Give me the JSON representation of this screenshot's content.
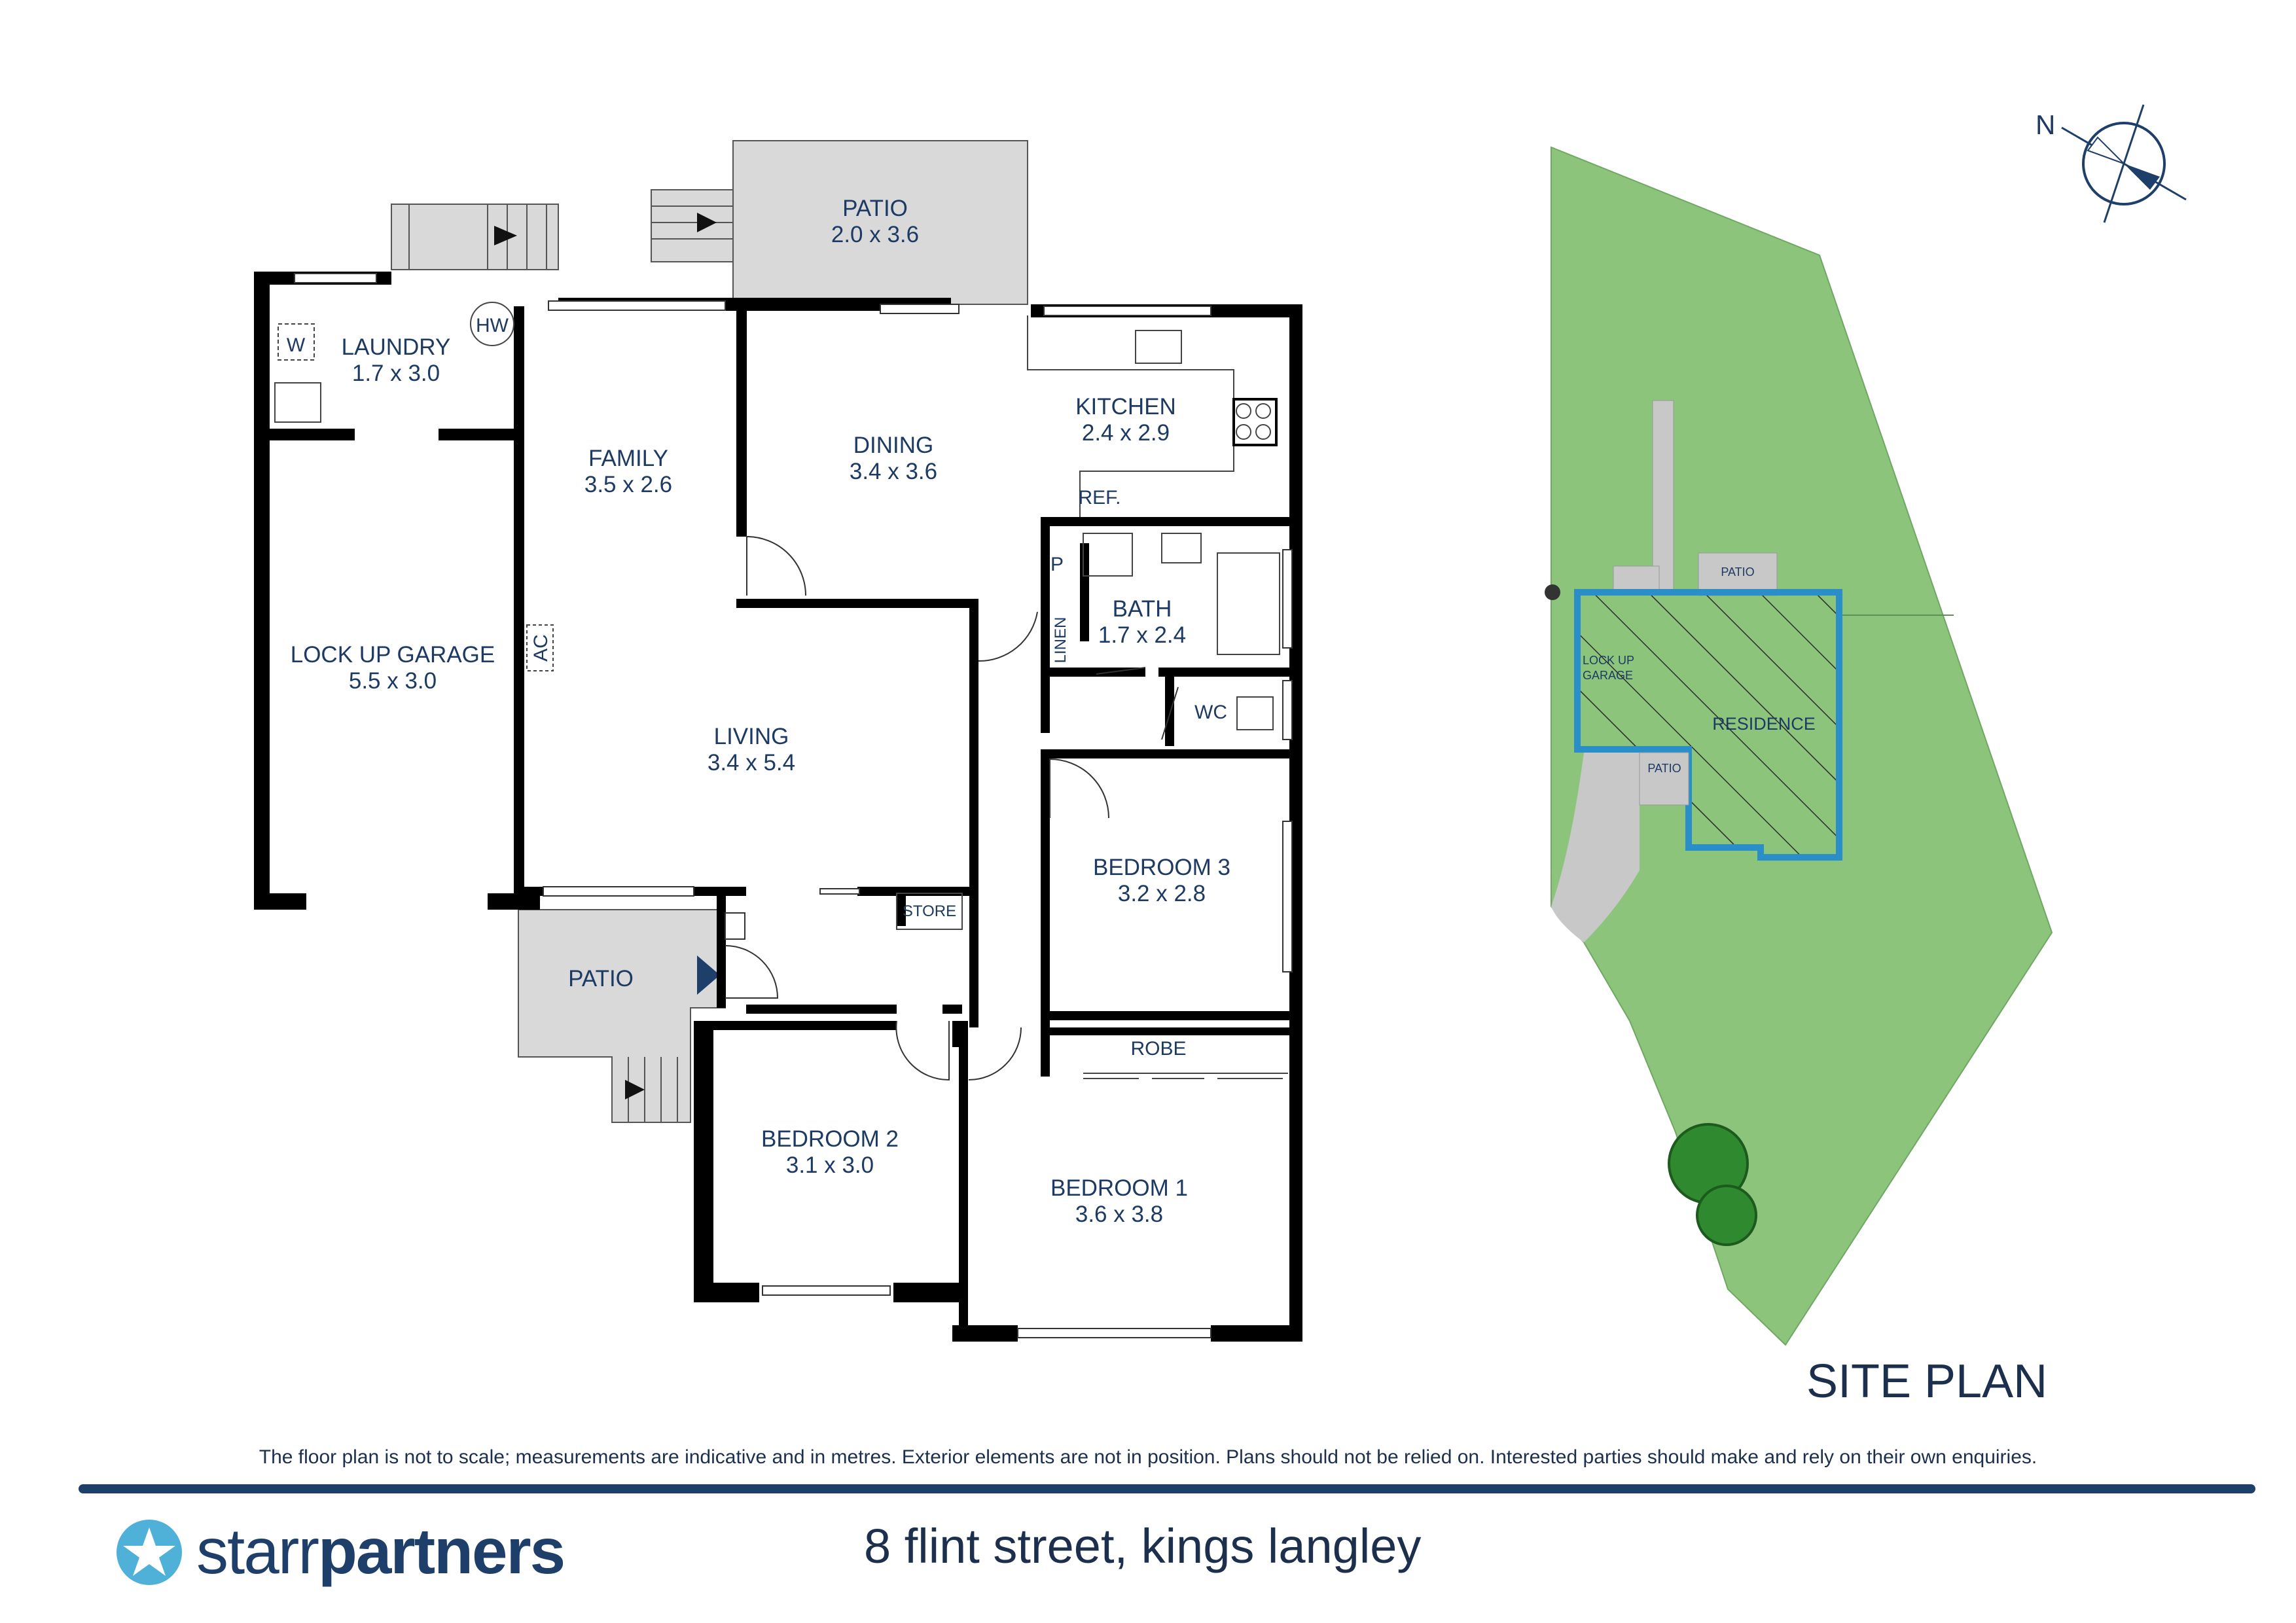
{
  "rooms": {
    "laundry": {
      "name": "LAUNDRY",
      "dims": "1.7 x 3.0"
    },
    "family": {
      "name": "FAMILY",
      "dims": "3.5 x 2.6"
    },
    "dining": {
      "name": "DINING",
      "dims": "3.4 x 3.6"
    },
    "kitchen": {
      "name": "KITCHEN",
      "dims": "2.4 x 2.9"
    },
    "patio_top": {
      "name": "PATIO",
      "dims": "2.0 x 3.6"
    },
    "garage": {
      "name": "LOCK UP GARAGE",
      "dims": "5.5 x 3.0"
    },
    "living": {
      "name": "LIVING",
      "dims": "3.4 x 5.4"
    },
    "bath": {
      "name": "BATH",
      "dims": "1.7 x 2.4"
    },
    "bedroom3": {
      "name": "BEDROOM 3",
      "dims": "3.2 x 2.8"
    },
    "bedroom2": {
      "name": "BEDROOM 2",
      "dims": "3.1 x 3.0"
    },
    "bedroom1": {
      "name": "BEDROOM 1",
      "dims": "3.6 x 3.8"
    },
    "patio_front": {
      "name": "PATIO"
    }
  },
  "fixtures": {
    "washer": "W",
    "hot_water": "HW",
    "fridge": "REF.",
    "pantry": "P",
    "linen": "LINEN",
    "ac": "AC",
    "wc": "WC",
    "store": "STORE",
    "robe": "ROBE"
  },
  "site_plan": {
    "title": "SITE PLAN",
    "north": "N",
    "garage_label": [
      "LOCK UP",
      "GARAGE"
    ],
    "residence_label": "RESIDENCE",
    "patio_label": "PATIO",
    "colors": {
      "lawn": "#8dc47c",
      "outline": "#2a8fc9",
      "paving": "#c8c8c8"
    }
  },
  "disclaimer": "The floor plan is not to scale; measurements are indicative and in metres. Exterior elements are not in position. Plans should not be relied on. Interested parties should make and rely on their own enquiries.",
  "footer": {
    "brand_light": "starr",
    "brand_bold": "partners",
    "address": "8 flint street, kings langley"
  },
  "colors": {
    "wall": "#000000",
    "text": "#1c3a63",
    "patio": "#d9d9d9",
    "brand": "#1f3f6b"
  }
}
